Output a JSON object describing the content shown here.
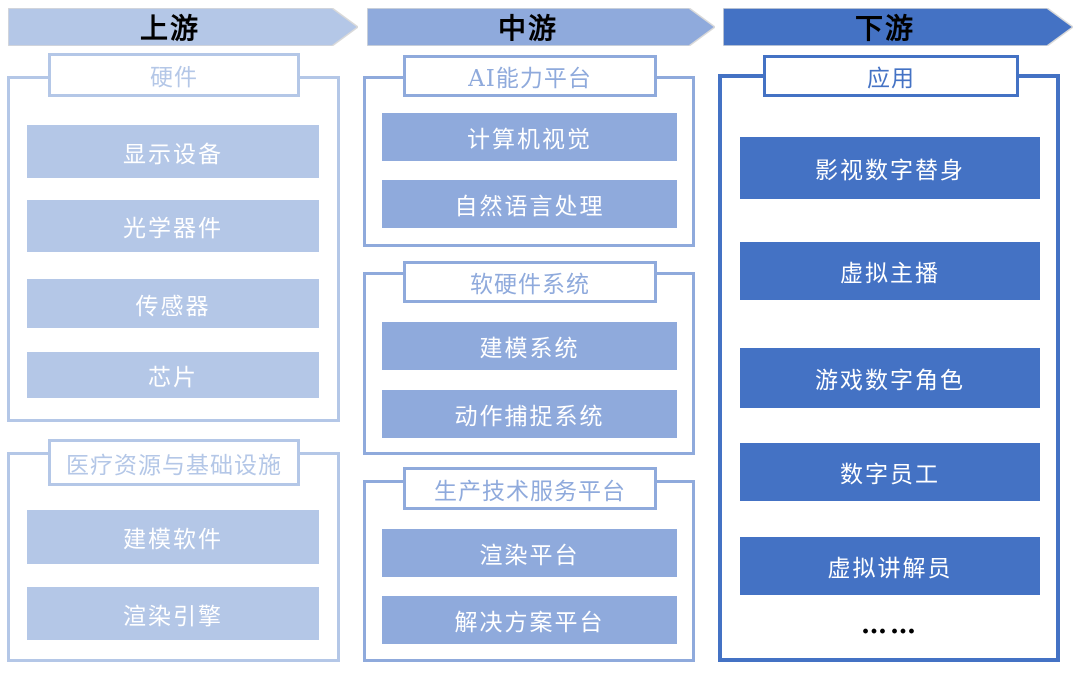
{
  "diagram": {
    "colors": {
      "upstream": "#B4C7E7",
      "midstream": "#8FAADC",
      "downstream": "#4472C4",
      "arrow_outline": "#D9D9D9",
      "item_text": "#FFFFFF",
      "header_text": "#000000"
    },
    "columns": [
      {
        "id": "upstream",
        "header": "上游",
        "groups": [
          {
            "title": "硬件",
            "items": [
              "显示设备",
              "光学器件",
              "传感器",
              "芯片"
            ]
          },
          {
            "title": "医疗资源与基础设施",
            "items": [
              "建模软件",
              "渲染引擎"
            ]
          }
        ]
      },
      {
        "id": "midstream",
        "header": "中游",
        "groups": [
          {
            "title": "AI能力平台",
            "items": [
              "计算机视觉",
              "自然语言处理"
            ]
          },
          {
            "title": "软硬件系统",
            "items": [
              "建模系统",
              "动作捕捉系统"
            ]
          },
          {
            "title": "生产技术服务平台",
            "items": [
              "渲染平台",
              "解决方案平台"
            ]
          }
        ]
      },
      {
        "id": "downstream",
        "header": "下游",
        "groups": [
          {
            "title": "应用",
            "items": [
              "影视数字替身",
              "虚拟主播",
              "游戏数字角色",
              "数字员工",
              "虚拟讲解员"
            ],
            "more": "……"
          }
        ]
      }
    ]
  }
}
